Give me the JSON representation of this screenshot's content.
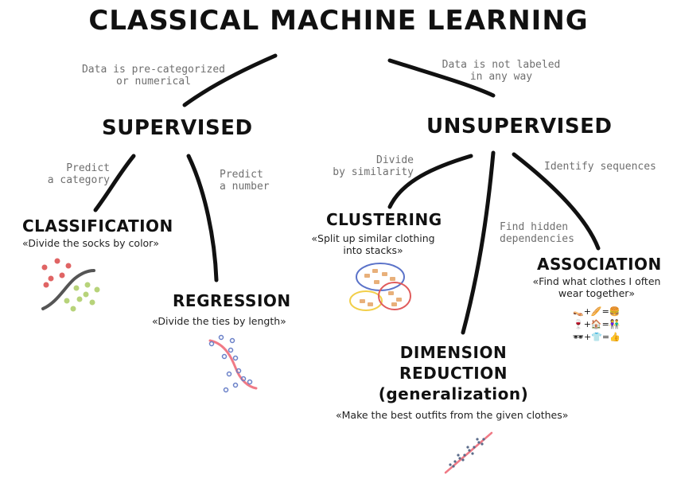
{
  "title": "CLASSICAL MACHINE LEARNING",
  "branches": {
    "supervised": {
      "label": "SUPERVISED",
      "edge_line1": "Data is pre-categorized",
      "edge_line2": "or numerical"
    },
    "unsupervised": {
      "label": "UNSUPERVISED",
      "edge_line1": "Data is not labeled",
      "edge_line2": "in any way"
    }
  },
  "nodes": {
    "classification": {
      "label": "CLASSIFICATION",
      "example": "«Divide the socks by color»",
      "edge_line1": "Predict",
      "edge_line2": "a category"
    },
    "regression": {
      "label": "REGRESSION",
      "example": "«Divide the ties by length»",
      "edge_line1": "Predict",
      "edge_line2": "a number"
    },
    "clustering": {
      "label": "CLUSTERING",
      "example_line1": "«Split up similar clothing",
      "example_line2": "into stacks»",
      "edge_line1": "Divide",
      "edge_line2": "by similarity"
    },
    "dimension_reduction": {
      "label_line1": "DIMENSION",
      "label_line2": "REDUCTION",
      "label_line3": "(generalization)",
      "example": "«Make the best outfits from the given clothes»",
      "edge_line1": "Find hidden",
      "edge_line2": "dependencies"
    },
    "association": {
      "label": "ASSOCIATION",
      "example_line1": "«Find what clothes I often",
      "example_line2": "wear together»",
      "edge_line1": "Identify sequences",
      "icons": [
        "👡",
        "+",
        "🥖",
        "=",
        "🍔",
        "🍷",
        "+",
        "🏠",
        "=",
        "👫",
        "🕶",
        "+",
        "👕",
        "=",
        "👍"
      ]
    }
  },
  "colors": {
    "ink": "#111111",
    "edge_text": "#6f6f6f",
    "red_dot": "#e06464",
    "green_dot": "#b7d37a",
    "pink_line": "#f07a86",
    "blue_dot": "#6a80c8",
    "cluster_blue": "#5b73c9",
    "cluster_red": "#e05c5c",
    "cluster_yellow": "#f2cf4a"
  }
}
